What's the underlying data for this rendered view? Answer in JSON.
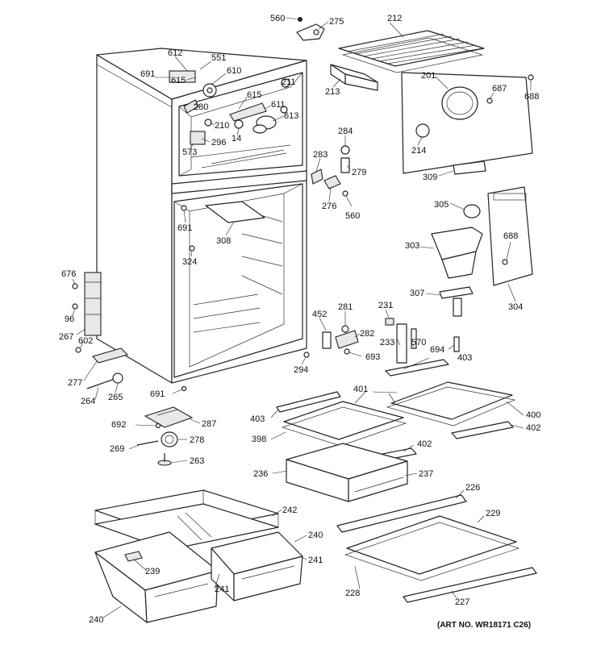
{
  "art_number": "(ART NO. WR18171 C26)",
  "labels": {
    "l560a": "560",
    "l275": "275",
    "l212": "212",
    "l213": "213",
    "l201": "201",
    "l687": "687",
    "l688a": "688",
    "l612": "612",
    "l551": "551",
    "l691a": "691",
    "l615a": "615",
    "l610": "610",
    "l211": "211",
    "l280": "280",
    "l615b": "615",
    "l611": "611",
    "l613": "613",
    "l210": "210",
    "l296": "296",
    "l14": "14",
    "l573": "573",
    "l284": "284",
    "l279": "279",
    "l214": "214",
    "l283": "283",
    "l276": "276",
    "l560b": "560",
    "l309": "309",
    "l305": "305",
    "l691b": "691",
    "l308": "308",
    "l324": "324",
    "l303": "303",
    "l688b": "688",
    "l676": "676",
    "l96": "96",
    "l267": "267",
    "l602": "602",
    "l307": "307",
    "l304": "304",
    "l452": "452",
    "l281": "281",
    "l231": "231",
    "l282": "282",
    "l233": "233",
    "l570": "570",
    "l694": "694",
    "l403a": "403",
    "l693": "693",
    "l294": "294",
    "l277": "277",
    "l264": "264",
    "l265": "265",
    "l691c": "691",
    "l401": "401",
    "l400": "400",
    "l403b": "403",
    "l402a": "402",
    "l692": "692",
    "l287": "287",
    "l398": "398",
    "l402b": "402",
    "l269": "269",
    "l278": "278",
    "l263": "263",
    "l236": "236",
    "l237": "237",
    "l226": "226",
    "l229": "229",
    "l242": "242",
    "l240a": "240",
    "l239": "239",
    "l241a": "241",
    "l241b": "241",
    "l228": "228",
    "l227": "227",
    "l240b": "240"
  }
}
